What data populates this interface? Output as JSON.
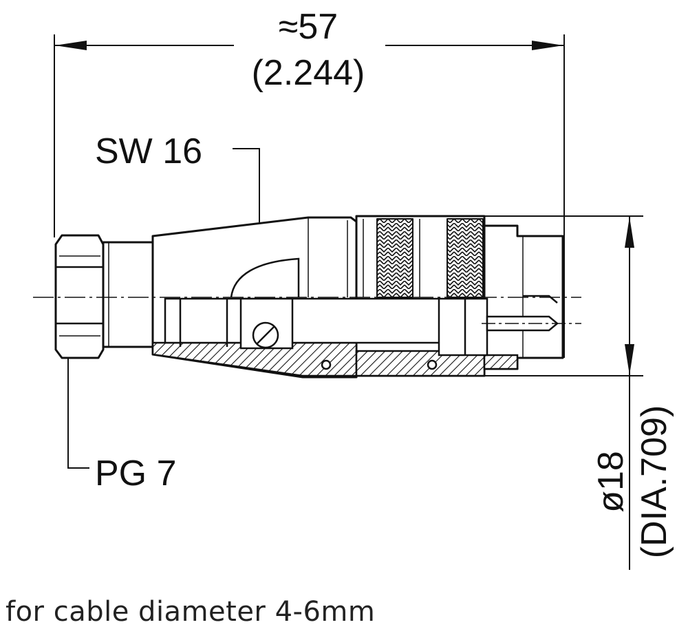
{
  "dimensions": {
    "length_mm": "≈57",
    "length_in": "(2.244)",
    "diameter_mm": "ø18",
    "diameter_in": "(DIA.709)"
  },
  "labels": {
    "wrench_size": "SW 16",
    "thread": "PG 7"
  },
  "caption": "for cable diameter 4-6mm"
}
